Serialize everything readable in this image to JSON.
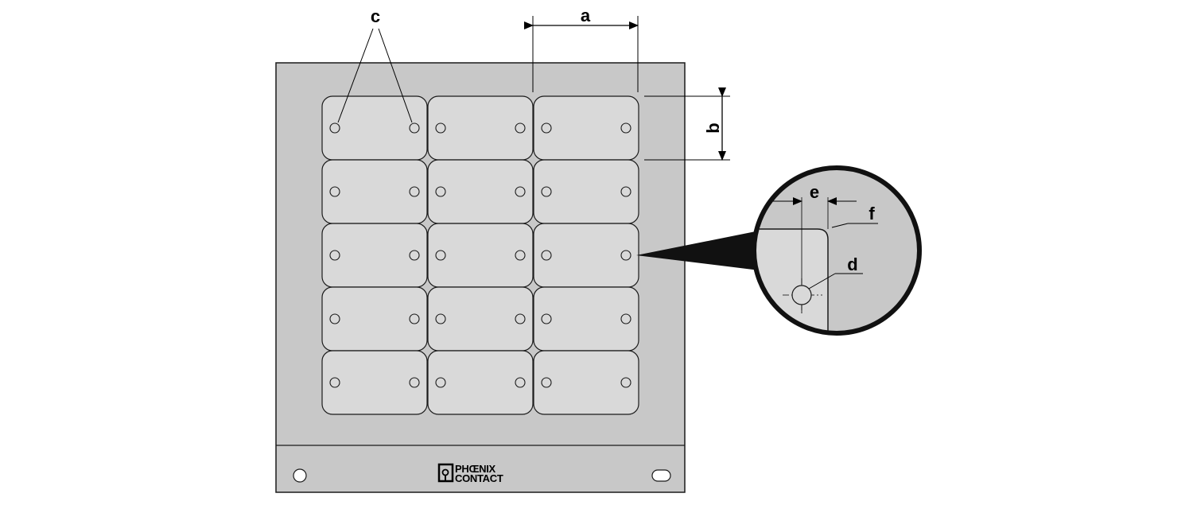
{
  "labels": {
    "a": "a",
    "b": "b",
    "c": "c",
    "d": "d",
    "e": "e",
    "f": "f"
  },
  "logo": {
    "line1": "PHŒNIX",
    "line2": "CONTACT"
  },
  "grid": {
    "rows": 5,
    "cols": 3
  },
  "colors": {
    "panel": "#c8c8c8",
    "label_plate": "#d9d9d9",
    "stroke": "#1a1a1a",
    "callout": "#111111"
  }
}
